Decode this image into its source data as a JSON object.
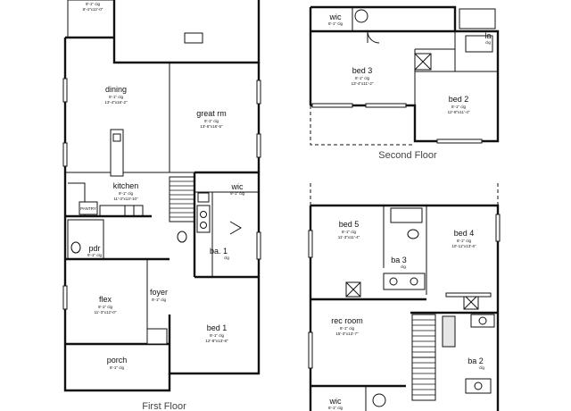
{
  "floors": {
    "first": "First Floor",
    "second": "Second Floor"
  },
  "rooms": {
    "top_left": {
      "ceil": "9'-1\" clg",
      "dims": "8'-4\"x12'-0\""
    },
    "dining": {
      "name": "dining",
      "ceil": "9'-1\" clg",
      "dims": "13'-4\"x16'-2\""
    },
    "great_rm": {
      "name": "great rm",
      "ceil": "9'-1\" clg",
      "dims": "13'-5\"x16'-5\""
    },
    "kitchen": {
      "name": "kitchen",
      "ceil": "9'-1\" clg",
      "dims": "11'-3\"x13'-10\""
    },
    "wic_first": {
      "name": "wic",
      "ceil": "9'-1\" clg"
    },
    "pdr": {
      "name": "pdr",
      "ceil": "9'-1\" clg"
    },
    "ba1": {
      "name": "ba. 1",
      "ceil": "clg"
    },
    "flex": {
      "name": "flex",
      "ceil": "9'-1\" clg",
      "dims": "11'-3\"x12'-0\""
    },
    "foyer": {
      "name": "foyer",
      "ceil": "9'-1\" clg"
    },
    "bed1": {
      "name": "bed 1",
      "ceil": "9'-1\" clg",
      "dims": "12'-8\"x13'-8\""
    },
    "porch": {
      "name": "porch",
      "ceil": "8'-1\" clg"
    },
    "wic_2a": {
      "name": "wic",
      "ceil": "8'-1\" clg"
    },
    "la": {
      "name": "la",
      "ceil": "clg"
    },
    "bed3": {
      "name": "bed 3",
      "ceil": "8'-1\" clg",
      "dims": "13'-4\"x11'-2\""
    },
    "bed2": {
      "name": "bed 2",
      "ceil": "8'-1\" clg",
      "dims": "12'-8\"x11'-4\""
    },
    "bed5": {
      "name": "bed 5",
      "ceil": "8'-1\" clg",
      "dims": "11'-3\"x11'-4\""
    },
    "bed4": {
      "name": "bed 4",
      "ceil": "8'-1\" clg",
      "dims": "10'-11\"x13'-6\""
    },
    "ba3": {
      "name": "ba 3",
      "ceil": "clg"
    },
    "rec_room": {
      "name": "rec room",
      "ceil": "8'-1\" clg",
      "dims": "15'-3\"x13'-7\""
    },
    "ba2": {
      "name": "ba 2",
      "ceil": "clg"
    },
    "wic_2b": {
      "name": "wic",
      "ceil": "8'-1\" clg"
    },
    "pantry": {
      "name": "PANTRY"
    }
  }
}
